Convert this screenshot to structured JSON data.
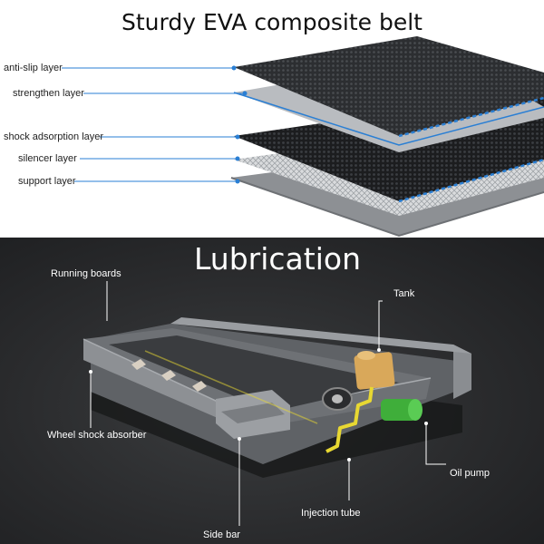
{
  "belt_section": {
    "title": "Sturdy EVA composite belt",
    "layers": [
      "anti-slip layer",
      "strengthen layer",
      "shock adsorption layer",
      "silencer layer",
      "support layer"
    ],
    "accent_color": "#2a7fd4"
  },
  "lubrication_section": {
    "title": "Lubrication",
    "parts": {
      "running_boards": "Running boards",
      "tank": "Tank",
      "wheel_shock_absorber": "Wheel shock absorber",
      "oil_pump": "Oil pump",
      "injection_tube": "Injection tube",
      "side_bar": "Side bar"
    },
    "tank_color": "#d9a85a",
    "pump_color": "#3fae3a",
    "tube_color": "#e8d832"
  }
}
